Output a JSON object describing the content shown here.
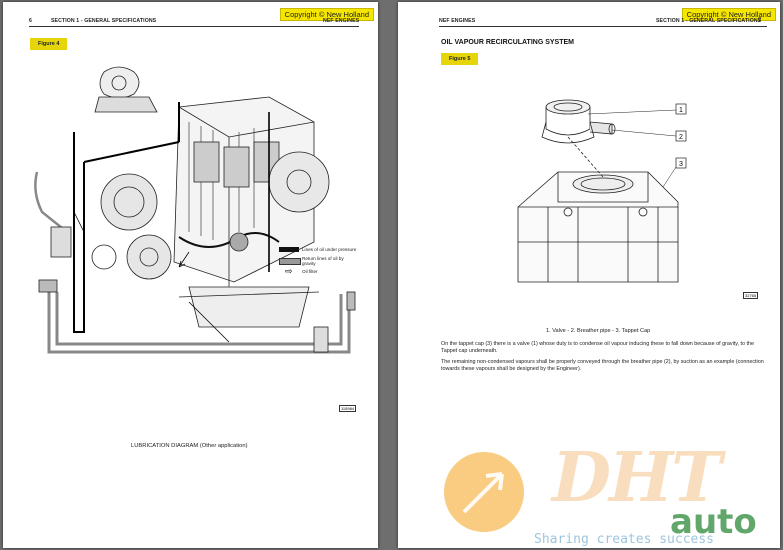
{
  "left_page": {
    "copyright": "Copyright © New Holland",
    "page_number": "6",
    "section": "SECTION 1 - GENERAL SPECIFICATIONS",
    "engine": "NEF ENGINES",
    "figure_label": "Figure 4",
    "image_code": "115984",
    "caption": "LUBRICATION DIAGRAM (Other application)",
    "legend": {
      "pressure": "Lines of oil under pressure",
      "gravity_line1": "Return lines of oil by",
      "gravity_line2": "gravity",
      "filter": "Oil filter"
    }
  },
  "right_page": {
    "copyright": "Copyright © New Holland",
    "engine": "NEF ENGINES",
    "section": "SECTION 1 - GENERAL SPECIFICATIONS",
    "page_number": "7",
    "title": "OIL VAPOUR RECIRCULATING SYSTEM",
    "figure_label": "Figure 5",
    "image_code": "32765",
    "callouts": [
      "1",
      "2",
      "3"
    ],
    "caption": "1. Valve - 2. Breather pipe - 3.  Tappet Cap",
    "paragraph1": "On the tappet cap (3) there is a valve (1) whose duty is to condense oil vapour inducing these to fall down because of gravity, to the Tappet cap underneath.",
    "paragraph2": "The remaining non-condensed vapours shall be properly conveyed through the breather pipe (2), by suction as an example (connection towards these vapours shall be designed by the Engineer)."
  },
  "watermark": {
    "letters": "DHT",
    "brand": "auto",
    "tagline": "Sharing creates success"
  },
  "colors": {
    "highlight": "#e5d50a",
    "copyright_bg": "#f5e600",
    "watermark_orange": "#f4a21c",
    "watermark_green": "#2d8a3a"
  }
}
